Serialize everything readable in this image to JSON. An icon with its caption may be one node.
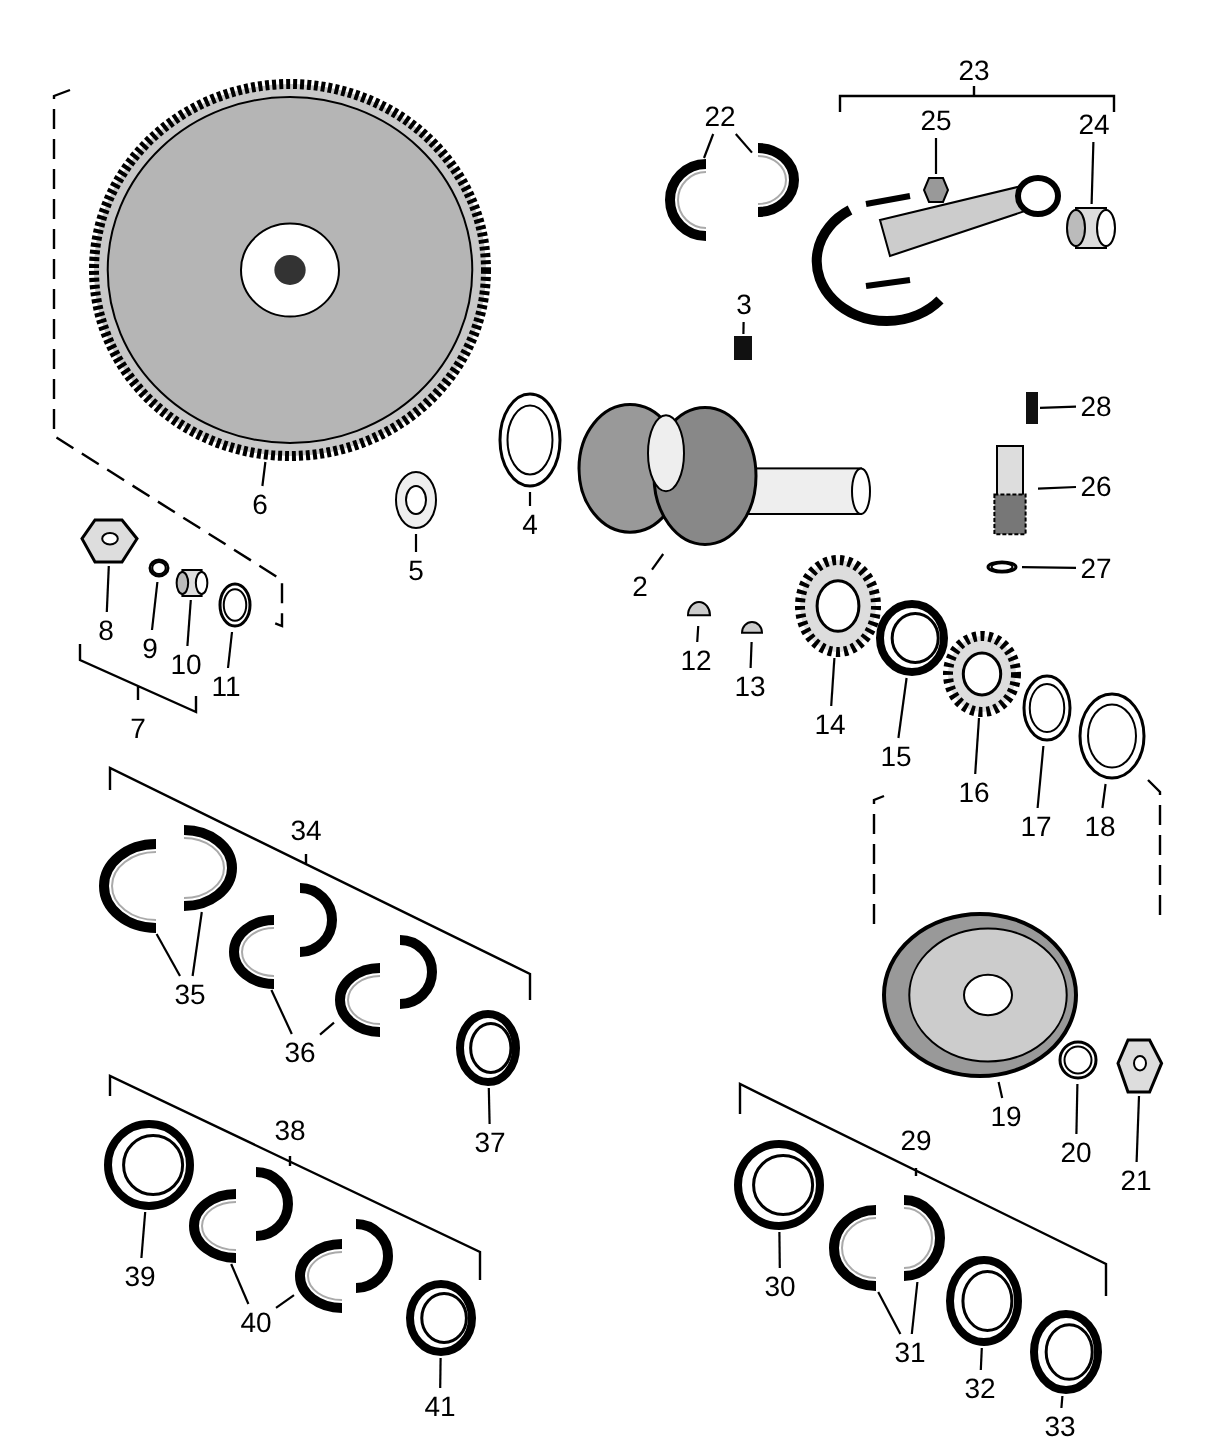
{
  "diagram": {
    "nodes": [
      {
        "text": [
          "22"
        ]
      },
      {
        "text": [],
        "shape": "picture"
      },
      {
        "text": [],
        "shape": "picture"
      },
      {
        "text": [
          "25"
        ]
      },
      {
        "text": [],
        "shape": "hexagon"
      },
      {
        "text": [
          "24"
        ]
      },
      {
        "text": [],
        "shape": "cylinder"
      },
      {
        "text": [
          "3"
        ]
      },
      {
        "text": [],
        "shape": "bar"
      },
      {
        "text": [
          "6"
        ]
      },
      {
        "text": [],
        "shape": "picture"
      },
      {
        "text": [
          "5"
        ]
      },
      {
        "text": [],
        "shape": "picture"
      },
      {
        "text": [
          "4"
        ]
      },
      {
        "text": [],
        "shape": "picture"
      },
      {
        "text": [
          "2"
        ]
      },
      {
        "text": [],
        "shape": "picture"
      },
      {
        "text": [
          "28"
        ]
      },
      {
        "text": [],
        "shape": "bar"
      },
      {
        "text": [
          "26"
        ]
      },
      {
        "text": [],
        "shape": "picture"
      },
      {
        "text": [
          "27"
        ]
      },
      {
        "text": [],
        "shape": "picture"
      },
      {
        "text": [
          "8"
        ]
      },
      {
        "text": [],
        "shape": "picture"
      },
      {
        "text": [
          "9"
        ]
      },
      {
        "text": [],
        "shape": "picture"
      },
      {
        "text": [
          "10"
        ]
      },
      {
        "text": [],
        "shape": "cylinder"
      },
      {
        "text": [
          "11"
        ]
      },
      {
        "text": [],
        "shape": "picture"
      },
      {
        "text": [
          "12"
        ]
      },
      {
        "text": [],
        "shape": "semicircle"
      },
      {
        "text": [
          "13"
        ]
      },
      {
        "text": [],
        "shape": "semicircle"
      },
      {
        "text": [
          "14"
        ]
      },
      {
        "text": [],
        "shape": "picture"
      },
      {
        "text": [
          "15"
        ]
      },
      {
        "text": [],
        "shape": "picture"
      },
      {
        "text": [
          "16"
        ]
      },
      {
        "text": [],
        "shape": "picture"
      },
      {
        "text": [
          "17"
        ]
      },
      {
        "text": [],
        "shape": "picture"
      },
      {
        "text": [
          "18"
        ]
      },
      {
        "text": [],
        "shape": "picture"
      },
      {
        "text": [
          "35"
        ]
      },
      {
        "text": [],
        "shape": "picture"
      },
      {
        "text": [],
        "shape": "picture"
      },
      {
        "text": [
          "36"
        ]
      },
      {
        "text": [],
        "shape": "picture"
      },
      {
        "text": [],
        "shape": "picture"
      },
      {
        "text": [
          "37"
        ]
      },
      {
        "text": [],
        "shape": "picture"
      },
      {
        "text": [
          "19"
        ]
      },
      {
        "text": [],
        "shape": "picture"
      },
      {
        "text": [
          "20"
        ]
      },
      {
        "text": [],
        "shape": "picture"
      },
      {
        "text": [
          "21"
        ]
      },
      {
        "text": [],
        "shape": "picture"
      },
      {
        "text": [
          "39"
        ]
      },
      {
        "text": [],
        "shape": "picture"
      },
      {
        "text": [
          "40"
        ]
      },
      {
        "text": [],
        "shape": "picture"
      },
      {
        "text": [],
        "shape": "picture"
      },
      {
        "text": [
          "41"
        ]
      },
      {
        "text": [],
        "shape": "picture"
      },
      {
        "text": [
          "30"
        ]
      },
      {
        "text": [],
        "shape": "picture"
      },
      {
        "text": [
          "31"
        ]
      },
      {
        "text": [],
        "shape": "picture"
      },
      {
        "text": [],
        "shape": "picture"
      },
      {
        "text": [
          "32"
        ]
      },
      {
        "text": [],
        "shape": "picture"
      },
      {
        "text": [
          "33"
        ]
      },
      {
        "text": [],
        "shape": "picture"
      }
    ],
    "edges": [
      {
        "from": 0,
        "to": 1,
        "arrow": "none"
      },
      {
        "from": 0,
        "to": 2,
        "arrow": "none"
      },
      {
        "from": 3,
        "to": 4,
        "arrow": "none"
      },
      {
        "from": 5,
        "to": 6,
        "arrow": "none"
      },
      {
        "from": 7,
        "to": 8,
        "arrow": "none"
      },
      {
        "from": 9,
        "to": 10,
        "arrow": "none"
      },
      {
        "from": 11,
        "to": 12,
        "arrow": "none"
      },
      {
        "from": 13,
        "to": 14,
        "arrow": "none"
      },
      {
        "from": 15,
        "to": 16,
        "arrow": "none"
      },
      {
        "from": 17,
        "to": 18,
        "arrow": "none"
      },
      {
        "from": 19,
        "to": 20,
        "arrow": "none"
      },
      {
        "from": 21,
        "to": 22,
        "arrow": "none"
      },
      {
        "from": 23,
        "to": 24,
        "arrow": "none"
      },
      {
        "from": 25,
        "to": 26,
        "arrow": "none"
      },
      {
        "from": 27,
        "to": 28,
        "arrow": "none"
      },
      {
        "from": 29,
        "to": 30,
        "arrow": "none"
      },
      {
        "from": 31,
        "to": 32,
        "arrow": "none"
      },
      {
        "from": 33,
        "to": 34,
        "arrow": "none"
      },
      {
        "from": 35,
        "to": 36,
        "arrow": "none"
      },
      {
        "from": 37,
        "to": 38,
        "arrow": "none"
      },
      {
        "from": 39,
        "to": 40,
        "arrow": "none"
      },
      {
        "from": 41,
        "to": 42,
        "arrow": "none"
      },
      {
        "from": 43,
        "to": 44,
        "arrow": "none"
      },
      {
        "from": 45,
        "to": 46,
        "arrow": "none"
      },
      {
        "from": 45,
        "to": 47,
        "arrow": "none"
      },
      {
        "from": 48,
        "to": 49,
        "arrow": "none"
      },
      {
        "from": 48,
        "to": 50,
        "arrow": "none"
      },
      {
        "from": 51,
        "to": 52,
        "arrow": "none"
      },
      {
        "from": 53,
        "to": 54,
        "arrow": "none"
      },
      {
        "from": 55,
        "to": 56,
        "arrow": "none"
      },
      {
        "from": 57,
        "to": 58,
        "arrow": "none"
      },
      {
        "from": 59,
        "to": 60,
        "arrow": "none"
      },
      {
        "from": 61,
        "to": 62,
        "arrow": "none"
      },
      {
        "from": 61,
        "to": 63,
        "arrow": "none"
      },
      {
        "from": 64,
        "to": 65,
        "arrow": "none"
      },
      {
        "from": 66,
        "to": 67,
        "arrow": "none"
      },
      {
        "from": 68,
        "to": 69,
        "arrow": "none"
      },
      {
        "from": 68,
        "to": 70,
        "arrow": "none"
      },
      {
        "from": 71,
        "to": 72,
        "arrow": "none"
      },
      {
        "from": 73,
        "to": 74,
        "arrow": "none"
      }
    ],
    "labels": [
      "23",
      "7",
      "34",
      "38",
      "29"
    ]
  }
}
